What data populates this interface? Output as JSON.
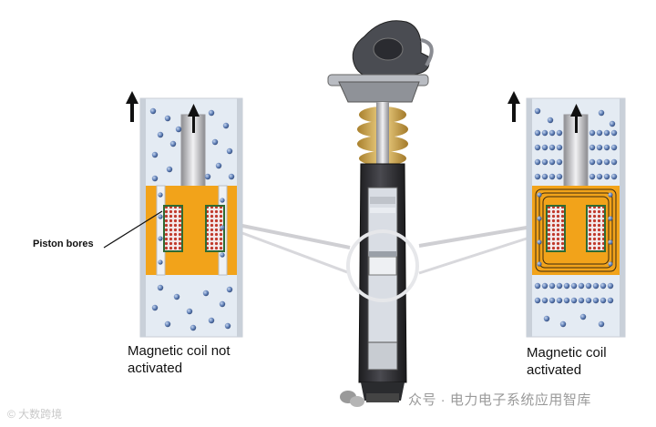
{
  "labels": {
    "piston_bores": "Piston bores",
    "caption_left_line1": "Magnetic coil not",
    "caption_left_line2": "activated",
    "caption_right_line1": "Magnetic coil",
    "caption_right_line2": "activated"
  },
  "watermark": {
    "left_text": "© 大数跨境",
    "right_text": "众号 · 电力电子系统应用智库"
  },
  "colors": {
    "oil_fill": "#dfe7f0",
    "piston_orange": "#f2a31a",
    "coil_red": "#c0392b",
    "particle_blue": "#3d5f9a",
    "damper_dark": "#2b2b2f",
    "damper_gold": "#d8b45a"
  }
}
